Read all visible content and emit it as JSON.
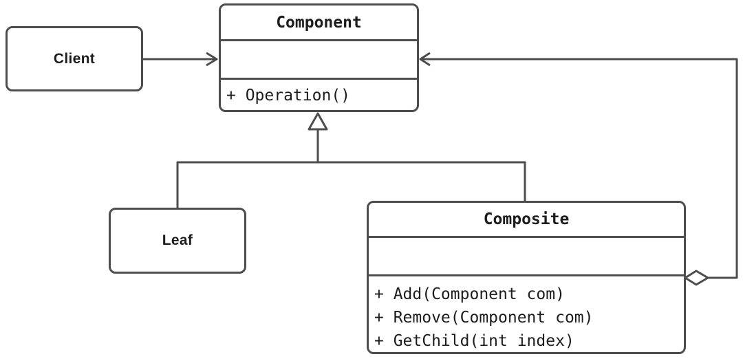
{
  "colors": {
    "stroke": "#4d4d4d",
    "text": "#1d1d1d",
    "background": "#ffffff"
  },
  "classes": {
    "client": {
      "name": "Client"
    },
    "component": {
      "name": "Component",
      "methods": [
        "+ Operation()"
      ]
    },
    "leaf": {
      "name": "Leaf"
    },
    "composite": {
      "name": "Composite",
      "methods": [
        "+ Add(Component com)",
        "+ Remove(Component com)",
        "+ GetChild(int index)"
      ]
    }
  },
  "relationships": [
    {
      "from": "Client",
      "to": "Component",
      "type": "association-arrow"
    },
    {
      "from": "Leaf",
      "to": "Component",
      "type": "generalization-hollow-triangle"
    },
    {
      "from": "Composite",
      "to": "Component",
      "type": "generalization-hollow-triangle"
    },
    {
      "from": "Composite",
      "to": "Component",
      "type": "aggregation-open-diamond"
    }
  ]
}
